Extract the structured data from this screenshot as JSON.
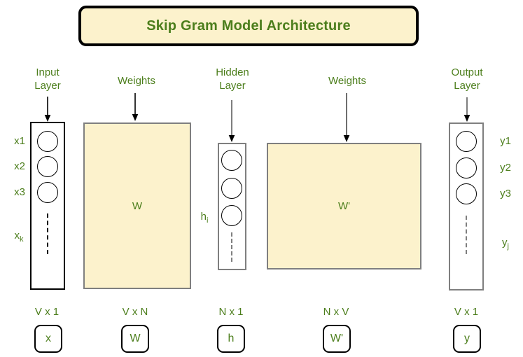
{
  "title": "Skip Gram Model Architecture",
  "colors": {
    "text_green": "#4c7e1c",
    "panel_cream": "#fcf2cc",
    "border_gray": "#7f7f7f",
    "border_black": "#000000"
  },
  "layers": {
    "input": {
      "label_line1": "Input",
      "label_line2": "Layer",
      "nodes": [
        "x1",
        "x2",
        "x3"
      ],
      "vec_base": "x",
      "vec_sub": "k",
      "dim": "V x 1",
      "symbol": "x"
    },
    "weights1": {
      "label": "Weights",
      "matrix": "W",
      "dim": "V x N",
      "symbol": "W"
    },
    "hidden": {
      "label_line1": "Hidden",
      "label_line2": "Layer",
      "vec_base": "h",
      "vec_sub": "i",
      "dim": "N x 1",
      "symbol": "h"
    },
    "weights2": {
      "label": "Weights",
      "matrix": "W'",
      "dim": "N x V",
      "symbol": "W'"
    },
    "output": {
      "label_line1": "Output",
      "label_line2": "Layer",
      "nodes": [
        "y1",
        "y2",
        "y3"
      ],
      "vec_base": "y",
      "vec_sub": "j",
      "dim": "V x 1",
      "symbol": "y"
    }
  }
}
